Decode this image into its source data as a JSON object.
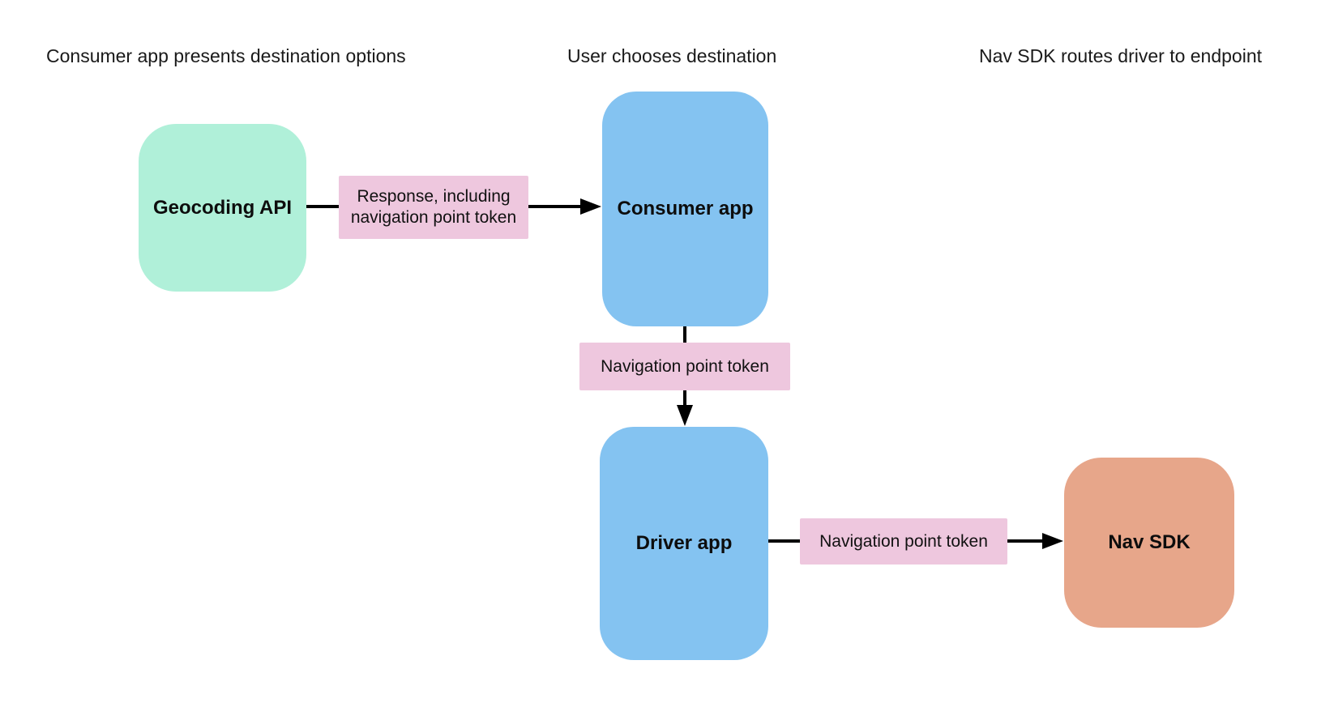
{
  "diagram": {
    "headers": [
      {
        "label": "Consumer app presents destination options"
      },
      {
        "label": "User chooses destination"
      },
      {
        "label": "Nav SDK routes driver to endpoint"
      }
    ],
    "nodes": [
      {
        "id": "geocoding-api",
        "label": "Geocoding API",
        "color": "#b0f0d9"
      },
      {
        "id": "consumer-app",
        "label": "Consumer app",
        "color": "#84c3f1"
      },
      {
        "id": "driver-app",
        "label": "Driver app",
        "color": "#84c3f1"
      },
      {
        "id": "nav-sdk",
        "label": "Nav SDK",
        "color": "#e7a68a"
      }
    ],
    "edges": [
      {
        "from": "Geocoding API",
        "to": "Consumer app",
        "label": "Response, including navigation point token"
      },
      {
        "from": "Consumer app",
        "to": "Driver app",
        "label": "Navigation point token"
      },
      {
        "from": "Driver app",
        "to": "Nav SDK",
        "label": "Navigation point token"
      }
    ],
    "colors": {
      "edge_label_bg": "#eec7de",
      "arrow": "#000000",
      "text": "#111111",
      "background": "#ffffff"
    }
  }
}
